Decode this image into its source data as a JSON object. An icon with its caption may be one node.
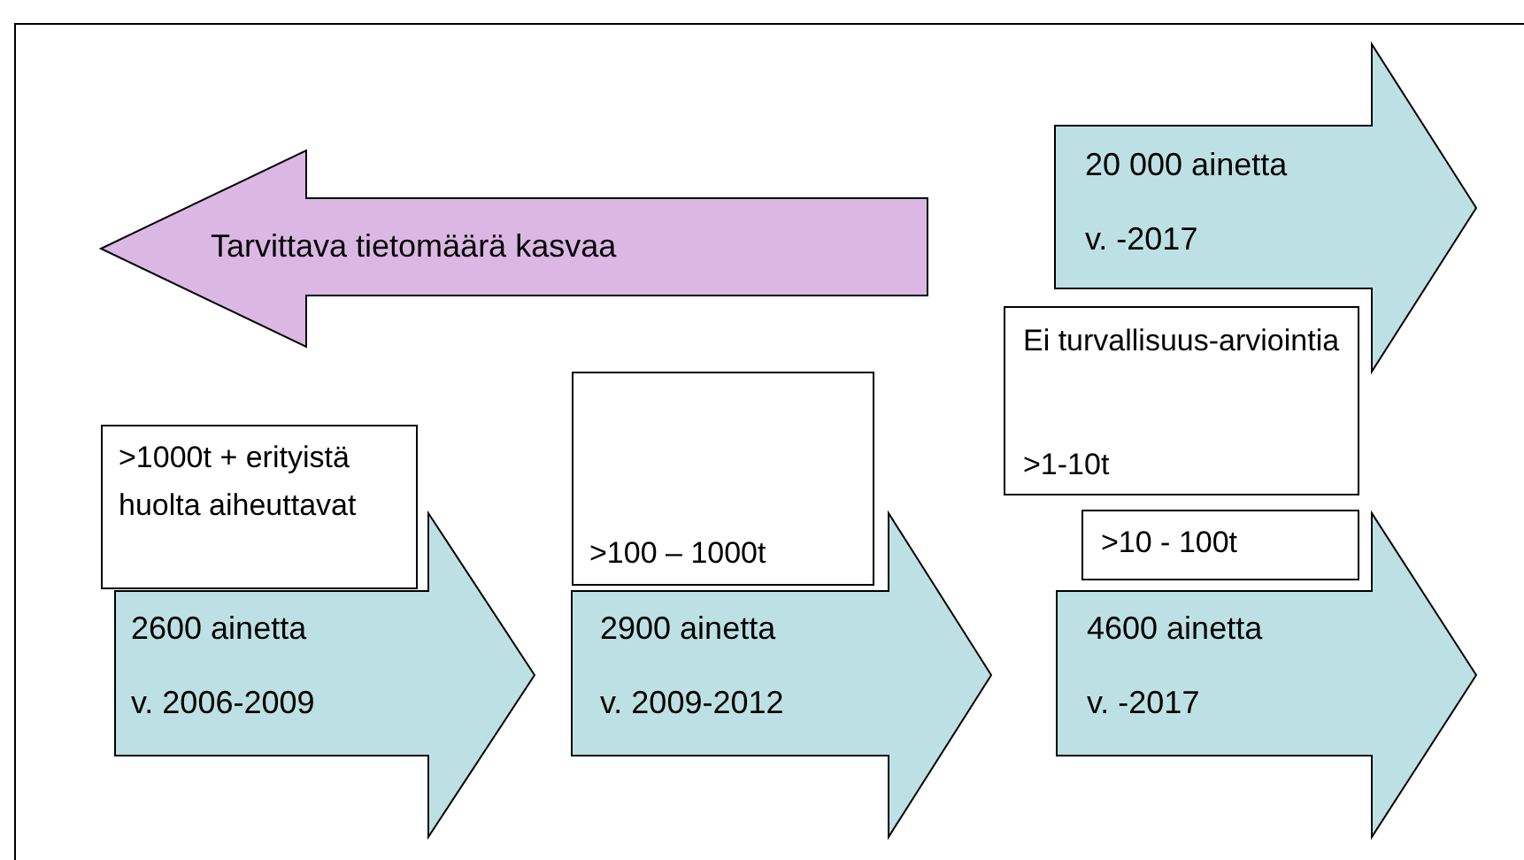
{
  "diagram": {
    "nodes": [
      {
        "text": [
          "Tarvittava tietomäärä kasvaa"
        ]
      },
      {
        "text": [
          "20 000 ainetta",
          "v. -2017"
        ]
      },
      {
        "text": [
          "Ei turvallisuus-arviointia",
          ">1-10t"
        ]
      },
      {
        "text": [
          ">1000t + erityistä huolta aiheuttavat"
        ]
      },
      {
        "text": [
          ">100 – 1000t"
        ]
      },
      {
        "text": [
          ">10 - 100t"
        ]
      },
      {
        "text": [
          "2600 ainetta",
          "v. 2006-2009"
        ]
      },
      {
        "text": [
          "2900 ainetta",
          "v. 2009-2012"
        ]
      },
      {
        "text": [
          "4600 ainetta",
          "v. -2017"
        ]
      }
    ]
  }
}
